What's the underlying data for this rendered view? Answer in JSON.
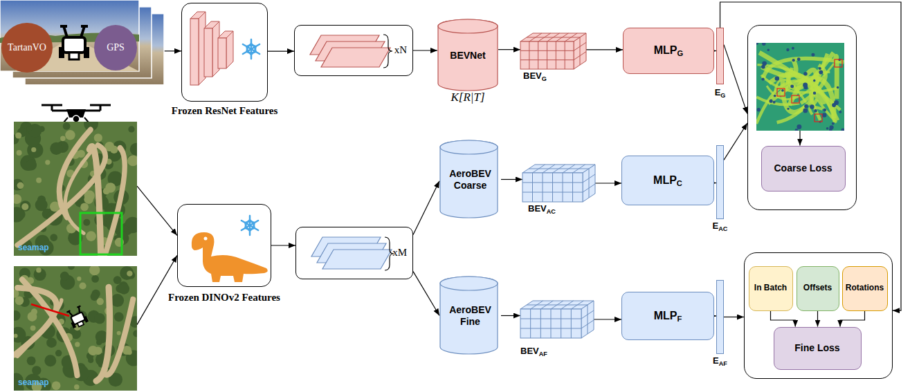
{
  "diagram": {
    "nodes": [
      {
        "text": []
      },
      {
        "text": [
          "TartanVO"
        ],
        "in": 0
      },
      {
        "text": [
          "GPS"
        ],
        "in": 0
      },
      {
        "text": [
          "Frozen ResNet Features"
        ]
      },
      {
        "text": [
          "xN"
        ]
      },
      {
        "text": [
          "BEVNet",
          "K[R|T]"
        ]
      },
      {
        "text": [
          "BEVG"
        ]
      },
      {
        "text": [
          "MLPG"
        ]
      },
      {
        "text": [
          "EG"
        ]
      },
      {
        "text": []
      },
      {
        "text": [],
        "in": 9
      },
      {
        "text": [
          "Coarse Loss"
        ],
        "in": 9
      },
      {
        "text": [
          "seamap"
        ]
      },
      {
        "text": [
          "seamap"
        ]
      },
      {
        "text": [
          "Frozen DINOv2 Features"
        ]
      },
      {
        "text": [
          "xM"
        ]
      },
      {
        "text": [
          "AeroBEV Coarse"
        ]
      },
      {
        "text": [
          "BEVAC"
        ]
      },
      {
        "text": [
          "MLPC"
        ]
      },
      {
        "text": [
          "EAC"
        ]
      },
      {
        "text": [
          "AeroBEV Fine"
        ]
      },
      {
        "text": [
          "BEVAF"
        ]
      },
      {
        "text": [
          "MLPF"
        ]
      },
      {
        "text": [
          "EAF"
        ]
      },
      {
        "text": []
      },
      {
        "text": [
          "In Batch"
        ],
        "in": 24
      },
      {
        "text": [
          "Offsets"
        ],
        "in": 24
      },
      {
        "text": [
          "Rotations"
        ],
        "in": 24
      },
      {
        "text": [
          "Fine Loss"
        ],
        "in": 24
      }
    ],
    "edges": [
      {
        "from": 0,
        "to": 3,
        "arrow": "to"
      },
      {
        "from": 3,
        "to": 4,
        "arrow": "to"
      },
      {
        "from": 4,
        "to": 5,
        "arrow": "to"
      },
      {
        "from": 5,
        "to": 6,
        "arrow": "to"
      },
      {
        "from": 6,
        "to": 7,
        "arrow": "to"
      },
      {
        "from": 7,
        "to": 8,
        "arrow": "to"
      },
      {
        "from": 8,
        "to": 9,
        "arrow": "to"
      },
      {
        "from": 8,
        "to": 24,
        "arrow": "to"
      },
      {
        "from": 10,
        "to": 11,
        "arrow": "to"
      },
      {
        "from": 12,
        "to": 14,
        "arrow": "to"
      },
      {
        "from": 13,
        "to": 14,
        "arrow": "to"
      },
      {
        "from": 14,
        "to": 15,
        "arrow": "to"
      },
      {
        "from": 15,
        "to": 16,
        "arrow": "to"
      },
      {
        "from": 15,
        "to": 20,
        "arrow": "to"
      },
      {
        "from": 16,
        "to": 17,
        "arrow": "to"
      },
      {
        "from": 17,
        "to": 18,
        "arrow": "to"
      },
      {
        "from": 18,
        "to": 19,
        "arrow": "to"
      },
      {
        "from": 19,
        "to": 9,
        "arrow": "to"
      },
      {
        "from": 20,
        "to": 21,
        "arrow": "to"
      },
      {
        "from": 21,
        "to": 22,
        "arrow": "to"
      },
      {
        "from": 22,
        "to": 23,
        "arrow": "to"
      },
      {
        "from": 23,
        "to": 24,
        "arrow": "to"
      },
      {
        "from": 25,
        "to": 28,
        "arrow": "to"
      },
      {
        "from": 26,
        "to": 28,
        "arrow": "to"
      },
      {
        "from": 27,
        "to": 28,
        "arrow": "to"
      }
    ]
  }
}
